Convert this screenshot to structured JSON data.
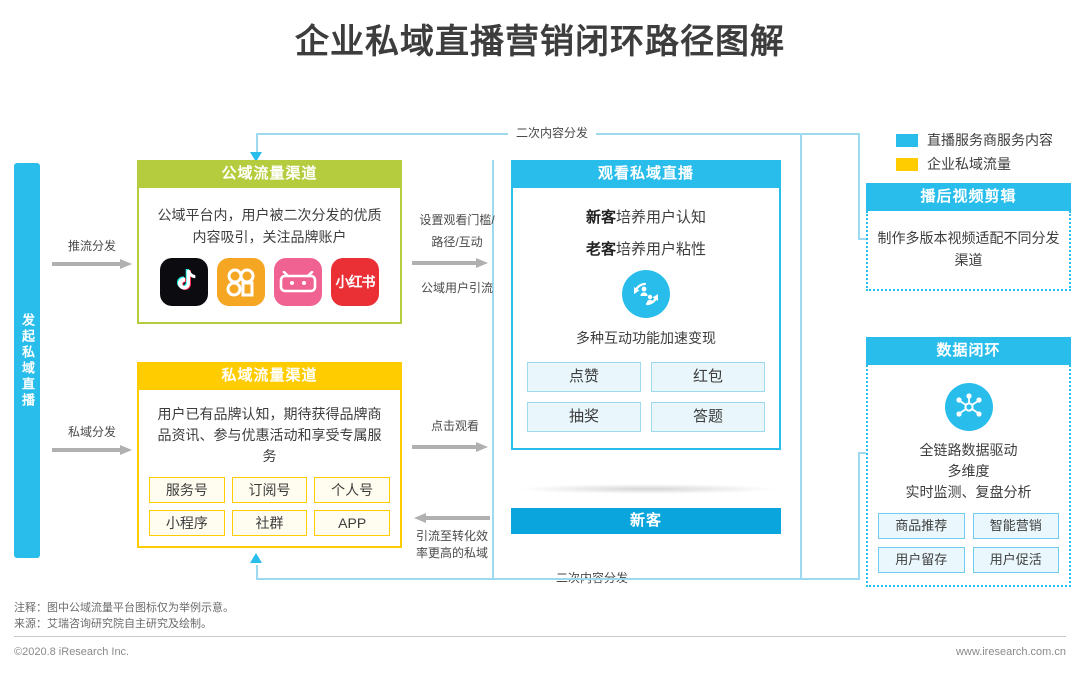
{
  "title": "企业私域直播营销闭环路径图解",
  "colors": {
    "blue": "#29BDEC",
    "yellow": "#FFCC00",
    "green": "#B5CC3E",
    "deep_blue": "#0AA5DC",
    "text": "#3D3D3D"
  },
  "left_bar": {
    "label": "发起私域直播"
  },
  "public_channel": {
    "header": "公域流量渠道",
    "description": "公域平台内，用户被二次分发的优质内容吸引，关注品牌账户",
    "platforms": [
      {
        "name": "douyin-icon",
        "label": "抖音"
      },
      {
        "name": "kuaishou-icon",
        "label": "快手"
      },
      {
        "name": "bilibili-icon",
        "label": "bilibili"
      },
      {
        "name": "xiaohongshu-icon",
        "label": "小红书"
      }
    ]
  },
  "private_channel": {
    "header": "私域流量渠道",
    "description": "用户已有品牌认知，期待获得品牌商品资讯、参与优惠活动和享受专属服务",
    "tags": [
      "服务号",
      "订阅号",
      "个人号",
      "小程序",
      "社群",
      "APP"
    ]
  },
  "live_watch": {
    "header": "观看私域直播",
    "line1_bold": "新客",
    "line1_rest": "培养用户认知",
    "line2_bold": "老客",
    "line2_rest": "培养用户粘性",
    "icon": "interaction-cycle-icon",
    "subtitle": "多种互动功能加速变现",
    "tags": [
      "点赞",
      "红包",
      "抽奖",
      "答题"
    ]
  },
  "new_customer_bar": {
    "label": "新客"
  },
  "legend": {
    "items": [
      {
        "color": "#29BDEC",
        "label": "直播服务商服务内容"
      },
      {
        "color": "#FFCC00",
        "label": "企业私域流量"
      }
    ]
  },
  "post_edit_panel": {
    "header": "播后视频剪辑",
    "body": "制作多版本视频适配不同分发渠道"
  },
  "data_loop_panel": {
    "header": "数据闭环",
    "icon": "data-network-icon",
    "body_line1": "全链路数据驱动",
    "body_line2": "多维度",
    "body_line3": "实时监测、复盘分析",
    "tags": [
      "商品推荐",
      "智能营销",
      "用户留存",
      "用户促活"
    ]
  },
  "connectors": {
    "push_distribution": "推流分发",
    "private_distribution": "私域分发",
    "set_threshold_line1": "设置观看门槛/",
    "set_threshold_line2": "路径/互动",
    "public_user_drain": "公域用户引流",
    "click_to_watch": "点击观看",
    "drain_to_private_line1": "引流至转化效",
    "drain_to_private_line2": "率更高的私域",
    "secondary_top": "二次内容分发",
    "secondary_bottom": "二次内容分发"
  },
  "footer": {
    "note": "注释：图中公域流量平台图标仅为举例示意。",
    "source": "来源：艾瑞咨询研究院自主研究及绘制。",
    "copyright": "©2020.8 iResearch Inc.",
    "website": "www.iresearch.com.cn"
  }
}
